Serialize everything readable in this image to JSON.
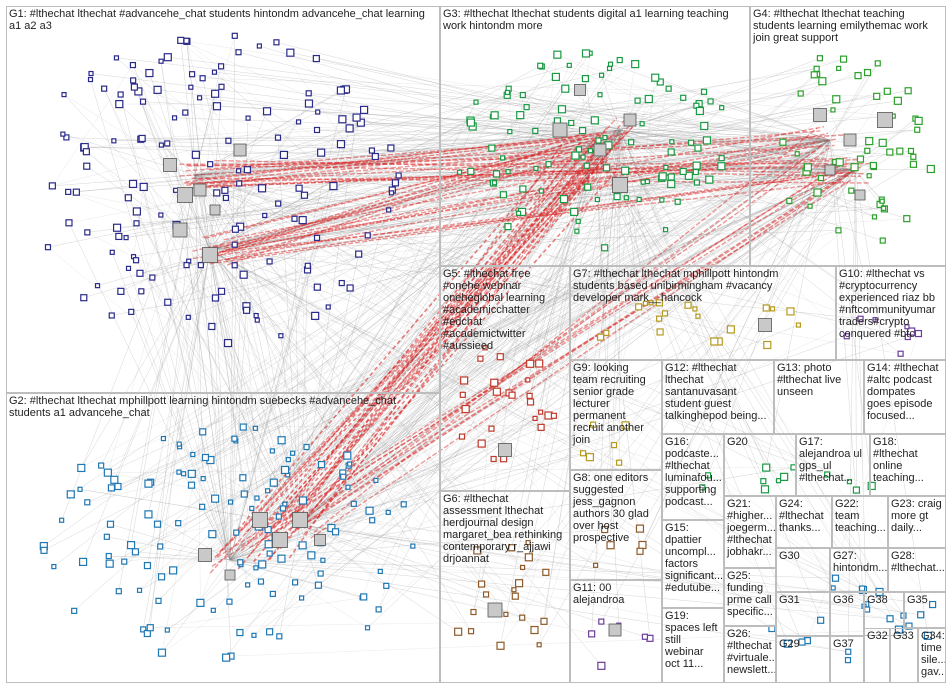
{
  "colors": {
    "edge": "#8a8a8a",
    "edge_strong": "#d91b1b",
    "g1": "#2a2a8a",
    "g2": "#1f78b4",
    "g3": "#1a9a44",
    "g4": "#2ca02c",
    "g5": "#c0392b",
    "g6": "#8e5a2a",
    "g7": "#b59a1e",
    "other": "#6a3d9a"
  },
  "groups": [
    {
      "id": "G1",
      "label": "G1: #lthechat lthechat #advancehe_chat students hintondm advancehe_chat learning a1 a2 a3"
    },
    {
      "id": "G2",
      "label": "G2: #lthechat lthechat mphillpott learning hintondm suebecks #advancehe_chat students a1 advancehe_chat"
    },
    {
      "id": "G3",
      "label": "G3: #lthechat lthechat students digital a1 learning teaching work hintondm more"
    },
    {
      "id": "G4",
      "label": "G4: #lthechat lthechat teaching students learning emilythemac work join great support"
    },
    {
      "id": "G5",
      "label": "G5: #lthechat free\n#onehe webinar\noneheglobal learning\n#academicchatter\n#edchat\n#academictwitter\n#aussieed"
    },
    {
      "id": "G6",
      "label": "G6: #lthechat\nassessment lthechat\nherdjournal design\nmargaret_bea rethinking\ncontemporary r_ajjawi\ndrjoannat"
    },
    {
      "id": "G7",
      "label": "G7: #lthechat lthechat mphillpott hintondm\nstudents based unibirmingham #vacancy\ndeveloper mark__hancock"
    },
    {
      "id": "G8",
      "label": "G8: one editors\nsuggested\njess_gagnon\nauthors 30 glad\nover host\nprospective"
    },
    {
      "id": "G9",
      "label": "G9: looking\nteam recruiting\nsenior grade\nlecturer\npermanent\nrecruit another\njoin"
    },
    {
      "id": "G10",
      "label": "G10: #lthechat vs\n#cryptocurrency\nexperienced riaz bb\n#nftcommunityumar\ntraders#crypto\nconquered #btc"
    },
    {
      "id": "G11",
      "label": "G11: 00\nalejandroa"
    },
    {
      "id": "G12",
      "label": "G12: #lthechat\nlthechat\nsantanuvasant\nstudent guest\ntalkinghepod being..."
    },
    {
      "id": "G13",
      "label": "G13: photo\n#lthechat live\nunseen"
    },
    {
      "id": "G14",
      "label": "G14: #lthechat\n#altc podcast\ndompates\ngoes episode\nfocused..."
    },
    {
      "id": "G15",
      "label": "G15:\ndpattier\nuncompl...\nfactors\nsignificant...\n#edutube..."
    },
    {
      "id": "G16",
      "label": "G16:\npodcaste...\n#lthechat\nluminafou...\nsupporting\npodcast..."
    },
    {
      "id": "G17",
      "label": "G17:\nalejandroa ul\ngps_ul\n#lthechat..."
    },
    {
      "id": "G18",
      "label": "G18:\n#lthechat\nonline\nteaching..."
    },
    {
      "id": "G19",
      "label": "G19:\nspaces left\nstill\nwebinar\noct 11..."
    },
    {
      "id": "G20",
      "label": "G20"
    },
    {
      "id": "G21",
      "label": "G21:\n#higher...\njoegerm...\n#lthechat\njobhakr..."
    },
    {
      "id": "G22",
      "label": "G22:\nteam\nteaching..."
    },
    {
      "id": "G23",
      "label": "G23: craig\nmore gt\ndaily..."
    },
    {
      "id": "G24",
      "label": "G24:\n#lthechat\nthanks..."
    },
    {
      "id": "G25",
      "label": "G25:\nfunding\nprme call\nspecific..."
    },
    {
      "id": "G26",
      "label": "G26:\n#lthechat\n#virtuale...\nnewslett..."
    },
    {
      "id": "G27",
      "label": "G27:\nhintondm..."
    },
    {
      "id": "G28",
      "label": "G28:\n#lthechat..."
    },
    {
      "id": "G29",
      "label": "G29"
    },
    {
      "id": "G30",
      "label": "G30"
    },
    {
      "id": "G31",
      "label": "G31"
    },
    {
      "id": "G32",
      "label": "G32"
    },
    {
      "id": "G33",
      "label": "G33"
    },
    {
      "id": "G34",
      "label": "G34:\ntime\nsile...\ngav..."
    },
    {
      "id": "G35",
      "label": "G35"
    },
    {
      "id": "G36",
      "label": "G36"
    },
    {
      "id": "G37",
      "label": "G37"
    },
    {
      "id": "G38",
      "label": "G38"
    }
  ]
}
